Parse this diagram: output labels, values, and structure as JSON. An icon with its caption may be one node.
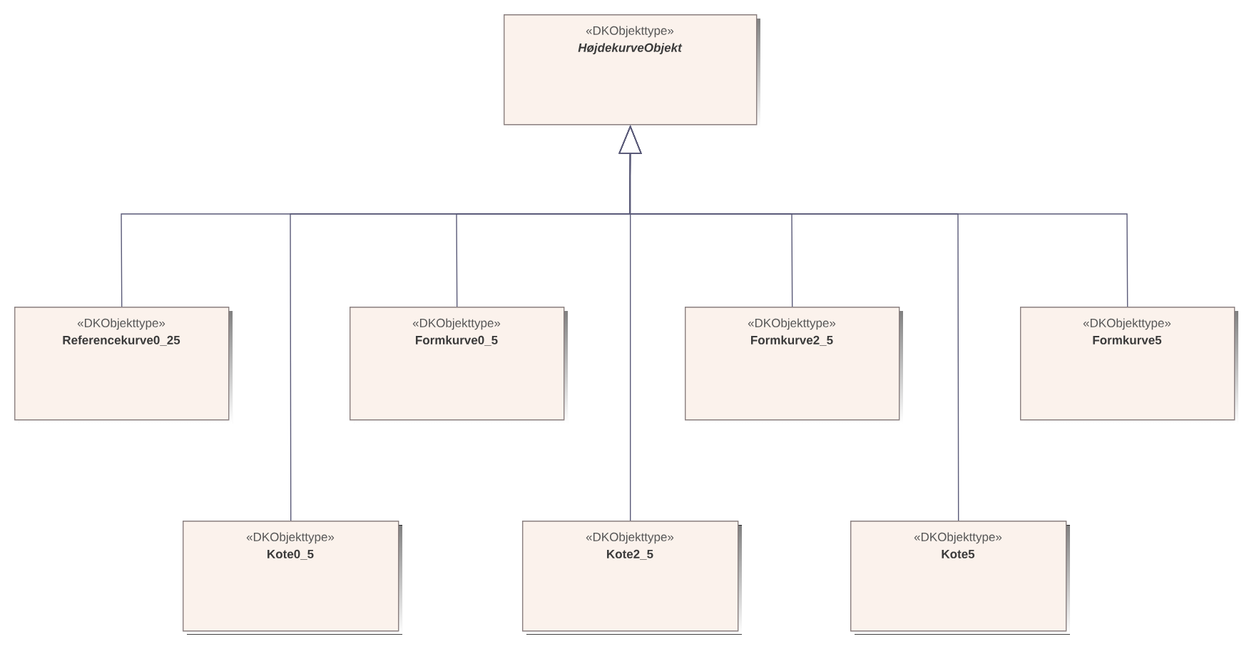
{
  "diagram": {
    "nodes": [
      {
        "text": [
          "«DKObjekttype»",
          "HøjdekurveObjekt"
        ]
      },
      {
        "text": [
          "«DKObjekttype»",
          "Referencekurve0_25"
        ]
      },
      {
        "text": [
          "«DKObjekttype»",
          "Formkurve0_5"
        ]
      },
      {
        "text": [
          "«DKObjekttype»",
          "Formkurve2_5"
        ]
      },
      {
        "text": [
          "«DKObjekttype»",
          "Formkurve5"
        ]
      },
      {
        "text": [
          "«DKObjekttype»",
          "Kote0_5"
        ]
      },
      {
        "text": [
          "«DKObjekttype»",
          "Kote2_5"
        ]
      },
      {
        "text": [
          "«DKObjekttype»",
          "Kote5"
        ]
      }
    ],
    "edges": [
      {
        "from": 1,
        "to": 0,
        "arrow": "to"
      },
      {
        "from": 2,
        "to": 0,
        "arrow": "to"
      },
      {
        "from": 3,
        "to": 0,
        "arrow": "to"
      },
      {
        "from": 4,
        "to": 0,
        "arrow": "to"
      },
      {
        "from": 5,
        "to": 0,
        "arrow": "to"
      },
      {
        "from": 6,
        "to": 0,
        "arrow": "to"
      },
      {
        "from": 7,
        "to": 0,
        "arrow": "to"
      }
    ]
  }
}
